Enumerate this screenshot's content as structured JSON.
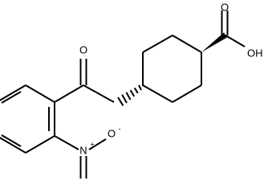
{
  "molecule": {
    "atoms": {
      "carboxyl_carbonyl_oxygen": "O",
      "carboxyl_hydroxyl": "OH",
      "ketone_oxygen": "O",
      "nitro_nitrogen": "N",
      "nitro_nitrogen_charge": "+",
      "nitro_oxygen": "O",
      "nitro_oxygen_charge": "-"
    }
  }
}
